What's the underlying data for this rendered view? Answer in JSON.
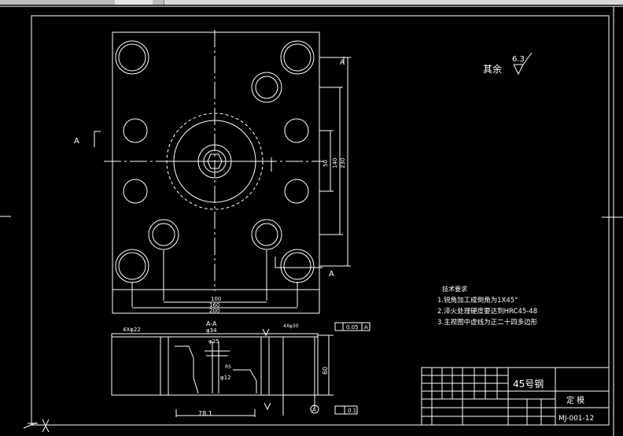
{
  "drawing": {
    "section_marker": "A",
    "section_title": "A-A",
    "roughness_prefix": "其余",
    "roughness_value": "6.3",
    "dims_horizontal": [
      "100",
      "160",
      "200"
    ],
    "dims_vertical": [
      "50",
      "140",
      "230"
    ],
    "dim_height": "60",
    "dim_bottom": "78.1",
    "dim_phi34": "φ34",
    "dim_phi25": "φ25",
    "dim_phi12": "φ12",
    "dim_r": "R5",
    "note_4x": "4Xφ22",
    "note_4x_right": "4Xφ30",
    "tolerance_value": "0.05",
    "datum": "A",
    "flatness_value": "0.1"
  },
  "requirements": {
    "title": "技术要求",
    "items": [
      "1.锐角加工成倒角为1X45°",
      "2.淬火处理硬度要达到HRC45-48",
      "3.主视图中虚线为正二十四多边形"
    ]
  },
  "title_block": {
    "material": "45号钢",
    "part_name": "定  模",
    "drawing_no": "MJ-001-12"
  }
}
